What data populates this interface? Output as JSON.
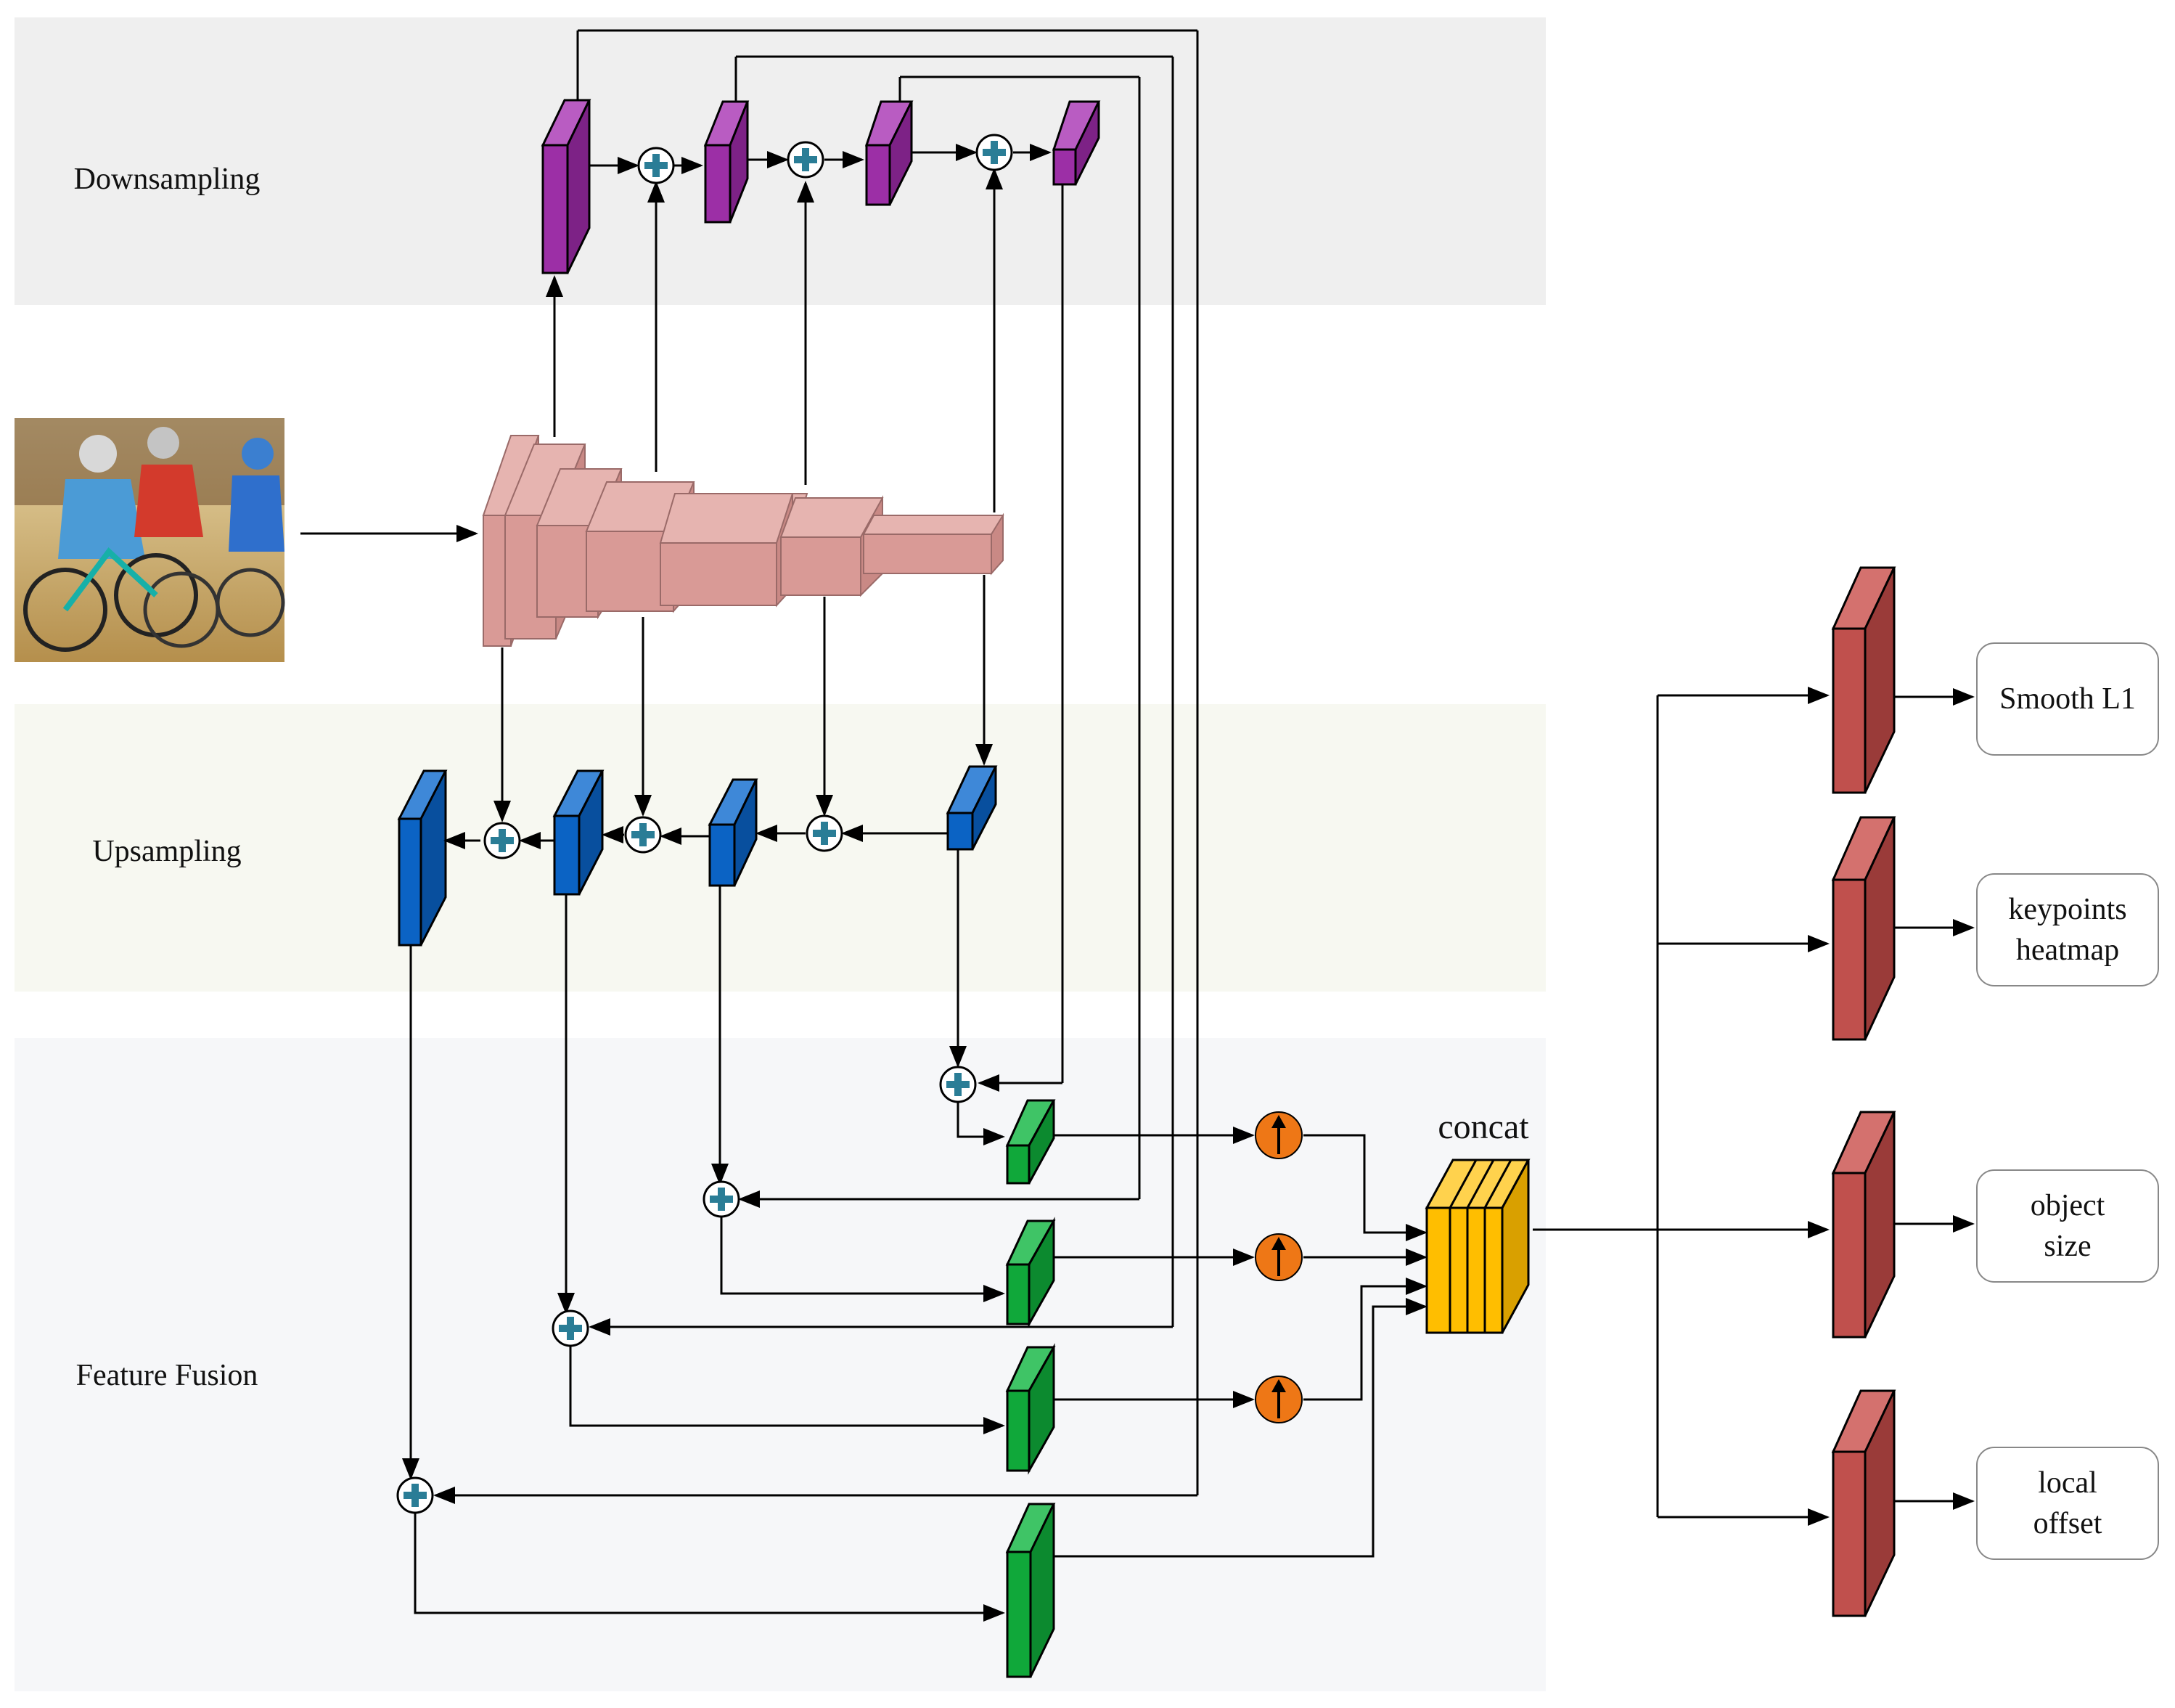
{
  "sections": {
    "downsampling": "Downsampling",
    "upsampling": "Upsampling",
    "feature_fusion": "Feature Fusion"
  },
  "concat_label": "concat",
  "outputs": {
    "smooth_l1": "Smooth L1",
    "keypoints_line1": "keypoints",
    "keypoints_line2": "heatmap",
    "object_size_line1": "object",
    "object_size_line2": "size",
    "local_offset_line1": "local",
    "local_offset_line2": "offset"
  },
  "colors": {
    "downsampling_band": "#efefef",
    "upsampling_band": "#f7f8f1",
    "fusion_band": "#f6f7f9",
    "purple_block": "#9c2fa6",
    "blue_block": "#0b63c4",
    "green_block": "#10a83a",
    "backbone": "#d99a96",
    "concat_block": "#ffbe00",
    "head_block": "#c0504d",
    "upsample_op": "#ee7716",
    "add_op": "#2a7d96"
  },
  "icons": {
    "add_op": "circled-plus-icon",
    "upsample_op": "up-arrow-circle-icon",
    "input_image": "photo-icon"
  }
}
